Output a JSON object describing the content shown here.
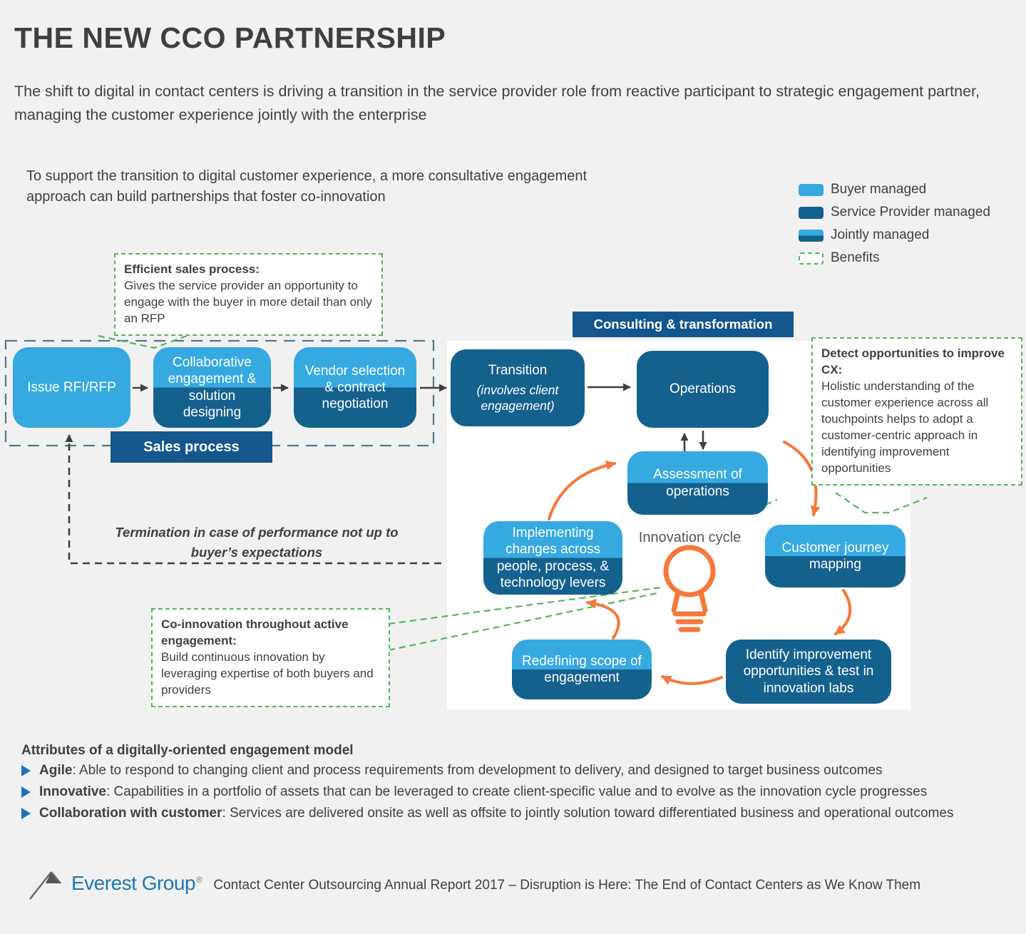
{
  "page": {
    "title": "THE NEW CCO PARTNERSHIP",
    "subtitle": "The shift to digital in contact centers is driving a transition in the service provider role from reactive participant to strategic engagement partner, managing the customer experience jointly with the enterprise",
    "intro": "To support the transition to digital customer experience, a more consultative engagement approach can build partnerships that foster co-innovation"
  },
  "legend": {
    "items": [
      {
        "label": "Buyer managed",
        "type": "buyer"
      },
      {
        "label": "Service Provider managed",
        "type": "provider"
      },
      {
        "label": "Jointly managed",
        "type": "joint"
      },
      {
        "label": "Benefits",
        "type": "benefit"
      }
    ]
  },
  "callouts": {
    "efficient": {
      "title": "Efficient sales process:",
      "body": "Gives the service provider an opportunity to engage with the buyer in more detail than only an RFP"
    },
    "detect": {
      "title": "Detect opportunities to improve CX:",
      "body": "Holistic understanding of the customer experience across all touchpoints helps to adopt a customer-centric approach in identifying improvement opportunities"
    },
    "coinnovation": {
      "title": "Co-innovation throughout active engagement:",
      "body": "Build continuous innovation by leveraging expertise of both buyers and providers"
    }
  },
  "sales": {
    "label": "Sales process",
    "boxes": [
      {
        "label": "Issue RFI/RFP",
        "type": "buyer"
      },
      {
        "label": "Collaborative engagement & solution designing",
        "type": "joint"
      },
      {
        "label": "Vendor selection & contract negotiation",
        "type": "joint"
      }
    ],
    "termination": "Termination in case of performance not up to buyer’s expectations"
  },
  "consulting": {
    "header": "Consulting & transformation",
    "transition": {
      "title": "Transition",
      "subtitle": "(involves client engagement)"
    },
    "operations": "Operations"
  },
  "cycle": {
    "label": "Innovation cycle",
    "assessment": "Assessment of operations",
    "journey": "Customer journey mapping",
    "identify": "Identify improvement opportunities & test in innovation labs",
    "redefine": "Redefining scope of engagement",
    "implement": "Implementing changes across people, process, & technology levers"
  },
  "attributes": {
    "header": "Attributes of a digitally-oriented engagement model",
    "items": [
      {
        "lead": "Agile",
        "rest": ": Able to respond to changing client and process requirements from development to delivery, and designed to target business outcomes"
      },
      {
        "lead": "Innovative",
        "rest": ": Capabilities in a portfolio of assets that can be leveraged to create client-specific value and to evolve as the innovation cycle progresses"
      },
      {
        "lead": "Collaboration with customer",
        "rest": ": Services are delivered onsite as well as offsite to jointly solution toward differentiated business and operational outcomes"
      }
    ]
  },
  "footer": {
    "brand": "Everest Group",
    "registered": "®",
    "report": "Contact Center Outsourcing Annual Report 2017 – Disruption is Here: The End of Contact Centers as We Know Them"
  },
  "colors": {
    "buyer_blue": "#36A9E1",
    "provider_blue": "#15618E",
    "header_blue": "#14568D",
    "benefit_green": "#53B656",
    "innovation_orange": "#F4793B",
    "background": "#F1F1F2",
    "panel": "#FFFFFF",
    "text": "#3F3F3F",
    "brand_blue": "#2076B4"
  }
}
